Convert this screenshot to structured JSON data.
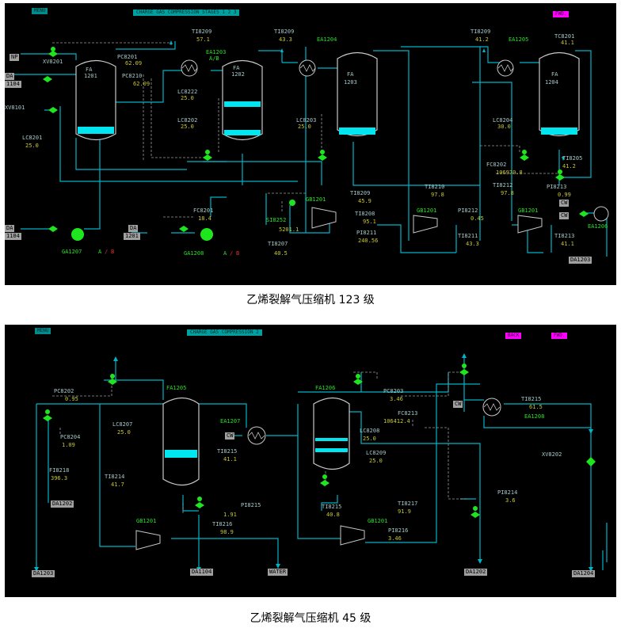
{
  "panel1": {
    "nav_button": "MENU",
    "title": "CHARGE GAS COMPRESSION STAGES 1 2 3",
    "fwd_button": "FWD.",
    "tags": {
      "np": "NP",
      "da_in": "DA",
      "n1104": "1104",
      "xv8201": "XV8201",
      "xv8101": "XV8101",
      "pc8201": "PC8201",
      "pc8201_v": "62.09",
      "pc8210": "PC8210",
      "pc8210_v": "62.09",
      "fa1201": "FA",
      "fa1201_n": "1201",
      "lc8201": "LC8201",
      "lc8201_v": "25.0",
      "ti8209a": "TI8209",
      "ti8209a_v": "57.1",
      "ea1203": "EA1203",
      "ea1203_ab": "A/B",
      "lc8222": "LC8222",
      "lc8222_v": "25.0",
      "lc8202": "LC8202",
      "lc8202_v": "25.0",
      "fa1202": "FA",
      "fa1202_n": "1202",
      "ti8209b": "TI8209",
      "ti8209b_v": "43.3",
      "ea1204": "EA1204",
      "fa1203": "FA",
      "fa1203_n": "1203",
      "lc8203": "LC8203",
      "lc8203_v": "25.0",
      "ti8209c": "TI8209",
      "ti8209c_v": "41.2",
      "ea1205": "EA1205",
      "tc8201": "TC8201",
      "tc8201_v": "41.1",
      "fa1204": "FA",
      "fa1204_n": "1204",
      "lc8204": "LC8204",
      "lc8204_v": "30.0",
      "ti8205": "TI8205",
      "ti8205_v": "41.2",
      "fc8202": "FC8202",
      "fc8202_v": "106970.8",
      "ti8212": "TI8212",
      "ti8212_v": "97.8",
      "pi8213": "PI8213",
      "pi8213_v": "0.99",
      "ti8209d": "TI8209",
      "ti8209d_v": "45.9",
      "ti8210": "TI8210",
      "ti8210_v": "97.8",
      "gb1201a": "GB1201",
      "si8252": "SI8252",
      "si8252_v": "5201.1",
      "ti8208": "TI8208",
      "ti8208_v": "95.1",
      "pi8211": "PI8211",
      "pi8211_v": "240.56",
      "ti8207": "TI8207",
      "ti8207_v": "40.5",
      "gb1201b": "GB1201",
      "pi8212": "PI8212",
      "pi8212_v": "0.45",
      "ti8211": "TI8211",
      "ti8211_v": "43.3",
      "gb1201c": "GB1201",
      "ti8213": "TI8213",
      "ti8213_v": "41.1",
      "cw1": "CW",
      "cw2": "CW",
      "ea1206": "EA1206",
      "da1203": "DA1203",
      "da_out": "DA",
      "n1104b": "1104",
      "ga1207": "GA1207",
      "ga1207_a": "A",
      "ga1207_b": "B",
      "slash": "/",
      "fc8201": "FC8201",
      "fc8201_v": "18.4",
      "da1201": "DA",
      "n1201": "1201",
      "ga1208": "GA1208",
      "ga1208_a": "A",
      "ga1208_b": "B"
    }
  },
  "caption1": "乙烯裂解气压缩机 123 级",
  "panel2": {
    "nav_button": "MENU",
    "title": "CHARGE GAS COMPRESSION 2",
    "back_button": "BACK",
    "fwd_button": "FWD.",
    "tags": {
      "pc8202": "PC8202",
      "pc8202_v": "0.95",
      "pc8204": "PC8204",
      "pc8204_v": "1.09",
      "fi8218": "FI8218",
      "fi8218_v": "396.3",
      "da1202a": "DA1202",
      "da1203": "DA1203",
      "fa1205": "FA1205",
      "lc8207": "LC8207",
      "lc8207_v": "25.0",
      "ti8214": "TI8214",
      "ti8214_v": "41.7",
      "gb1201a": "GB1201",
      "v191": "1.91",
      "ti8216": "TI8216",
      "ti8216_v": "98.9",
      "da1104": "DA1104",
      "ea1207": "EA1207",
      "cw1": "CW",
      "ti8215a": "TI8215",
      "ti8215a_v": "41.1",
      "pi8215": "PI8215",
      "water": "WATER",
      "fa1206": "FA1206",
      "lc8208": "LC8208",
      "lc8208_v": "25.0",
      "lc8209": "LC8209",
      "lc8209_v": "25.0",
      "ti8215b": "TI8215",
      "ti8215b_v": "40.8",
      "gb1201b": "GB1201",
      "pc8203": "PC8203",
      "pc8203_v": "3.46",
      "fc8213": "FC8213",
      "fc8213_v": "106412.4",
      "ti8217": "TI8217",
      "ti8217_v": "91.9",
      "pi8216": "PI8216",
      "pi8216_v": "3.46",
      "cw2": "CW",
      "ti8215c": "TI8215",
      "ti8215c_v": "61.5",
      "ea1208": "EA1208",
      "xv8202": "XV8202",
      "pi8214": "PI8214",
      "pi8214_v": "3.6",
      "da1202b": "DA1202",
      "da1204": "DA1204"
    }
  },
  "caption2": "乙烯裂解气压缩机 45 级",
  "colors": {
    "line": "#00b4c8",
    "valve": "#1ee61e",
    "level": "#00e6f0",
    "vessel": "#c8c8c8",
    "value": "#c8c832",
    "label": "#a8c8c8"
  }
}
